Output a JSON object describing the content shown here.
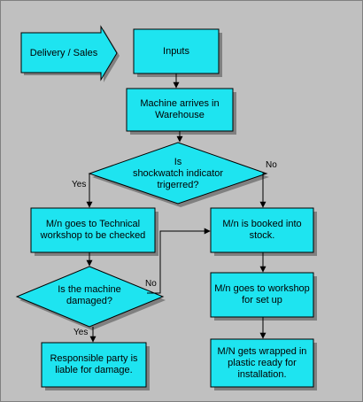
{
  "colors": {
    "node_fill": "#1ee4f0",
    "background": "#c0c0c0",
    "stroke": "#000000",
    "shadow": "#808080"
  },
  "nodes": {
    "delivery_sales": "Delivery / Sales",
    "inputs": "Inputs",
    "machine_arrives": "Machine arrives in\nWarehouse",
    "shockwatch_decision": "Is\nshockwatch indicator\ntrigerred?",
    "technical_workshop": "M/n goes to Technical\nworkshop to be checked",
    "booked_into_stock": "M/n is booked into\nstock.",
    "damaged_decision": "Is the machine\ndamaged?",
    "workshop_set_up": "M/n goes to workshop\nfor set up",
    "responsible_party": "Responsible party is\nliable for damage.",
    "wrapped_plastic": "M/N gets wrapped in\nplastic ready for\ninstallation."
  },
  "edge_labels": {
    "shockwatch_yes": "Yes",
    "shockwatch_no": "No",
    "damaged_no": "No",
    "damaged_yes": "Yes"
  }
}
